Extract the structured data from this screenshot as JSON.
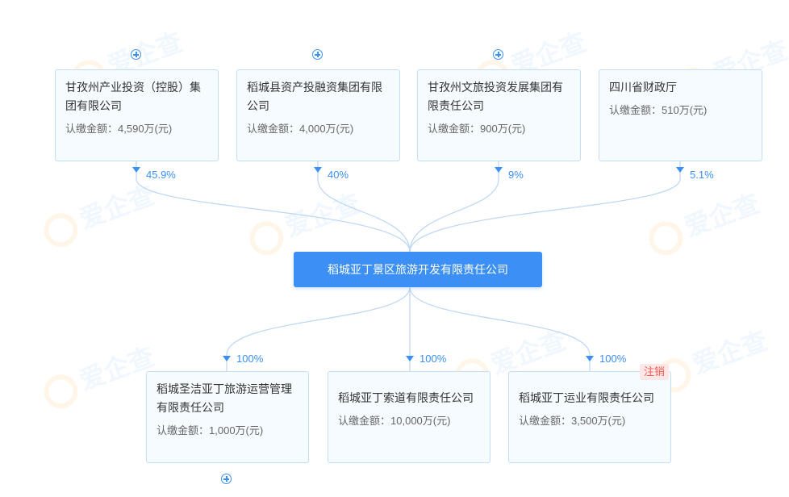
{
  "watermark": "爱企查",
  "shareholders": [
    {
      "name": "甘孜州产业投资（控股）集团有限公司",
      "amount_label": "认缴金额：",
      "amount": "4,590万(元)",
      "percent": "45.9%",
      "expandable": true
    },
    {
      "name": "稻城县资产投融资集团有限公司",
      "amount_label": "认缴金额：",
      "amount": "4,000万(元)",
      "percent": "40%",
      "expandable": true
    },
    {
      "name": "甘孜州文旅投资发展集团有限责任公司",
      "amount_label": "认缴金额：",
      "amount": "900万(元)",
      "percent": "9%",
      "expandable": true
    },
    {
      "name": "四川省财政厅",
      "amount_label": "认缴金额：",
      "amount": "510万(元)",
      "percent": "5.1%",
      "expandable": false
    }
  ],
  "company": {
    "name": "稻城亚丁景区旅游开发有限责任公司"
  },
  "investments": [
    {
      "name": "稻城圣洁亚丁旅游运营管理有限责任公司",
      "amount_label": "认缴金额：",
      "amount": "1,000万(元)",
      "percent": "100%",
      "badge": "",
      "expandable": true
    },
    {
      "name": "稻城亚丁索道有限责任公司",
      "amount_label": "认缴金额：",
      "amount": "10,000万(元)",
      "percent": "100%",
      "badge": "",
      "expandable": false
    },
    {
      "name": "稻城亚丁运业有限责任公司",
      "amount_label": "认缴金额：",
      "amount": "3,500万(元)",
      "percent": "100%",
      "badge": "注销",
      "expandable": false
    }
  ],
  "colors": {
    "accent": "#3c8ff5",
    "node_bg": "#f6fbff",
    "node_border": "#c5def8",
    "connector": "#bcd6f5",
    "badge_text": "#f25c54",
    "badge_bg": "#fde8e7"
  },
  "icons": {
    "expand": "plus-circle-icon",
    "arrow": "arrow-down-icon"
  }
}
